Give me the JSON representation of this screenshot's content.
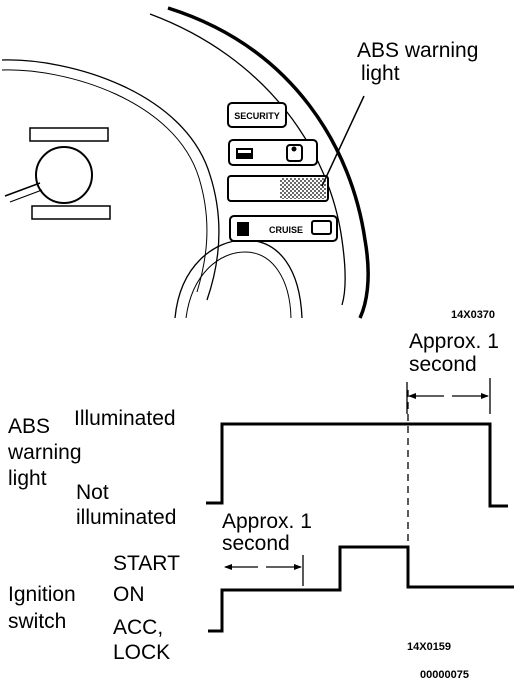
{
  "cluster_figure": {
    "callout": [
      "ABS warning",
      "light"
    ],
    "indicator_labels": {
      "security": "SECURITY",
      "cruise": "CRUISE"
    },
    "ref_code": "14X0370"
  },
  "timing_chart": {
    "abs_label": [
      "ABS",
      "warning",
      "light"
    ],
    "abs_states": {
      "on": "Illuminated",
      "off": [
        "Not",
        "illuminated"
      ]
    },
    "ign_label": [
      "Ignition",
      "switch"
    ],
    "ign_states": {
      "start": "START",
      "on": "ON",
      "acc": [
        "ACC,",
        "LOCK"
      ]
    },
    "top_interval": [
      "Approx. 1",
      "second"
    ],
    "bottom_interval": [
      "Approx. 1",
      "second"
    ],
    "ref_code": "14X0159"
  },
  "doc_code": "00000075"
}
